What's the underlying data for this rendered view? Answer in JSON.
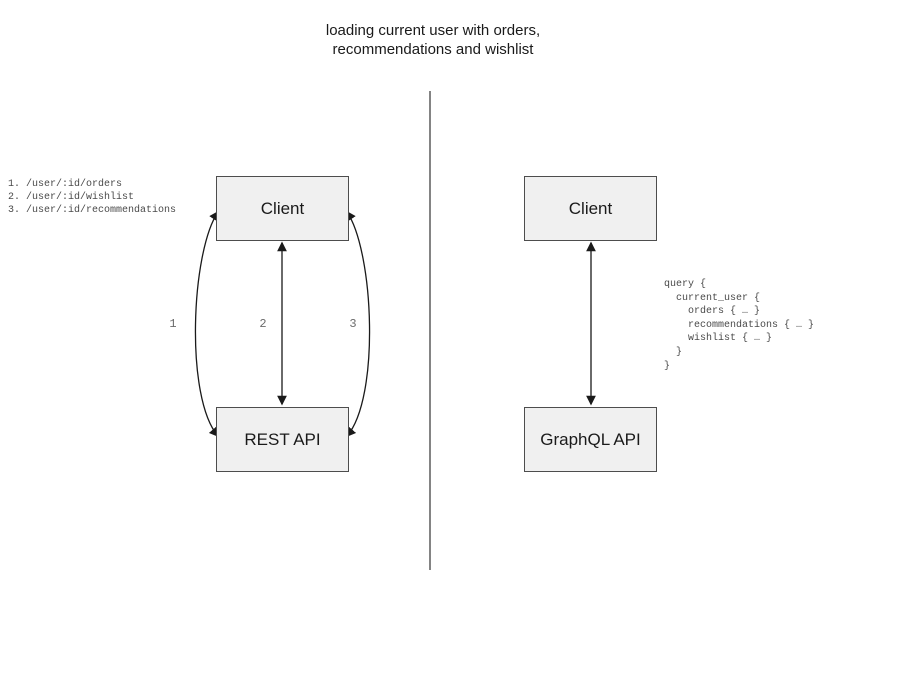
{
  "title": "loading current user with orders,\nrecommendations and wishlist",
  "left_diagram": {
    "client_label": "Client",
    "api_label": "REST API",
    "endpoints": "1. /user/:id/orders\n2. /user/:id/wishlist\n3. /user/:id/recommendations",
    "arrow_labels": {
      "first": "1",
      "second": "2",
      "third": "3"
    }
  },
  "right_diagram": {
    "client_label": "Client",
    "api_label": "GraphQL API",
    "query": "query {\n  current_user {\n    orders { … }\n    recommendations { … }\n    wishlist { … }\n  }\n}"
  },
  "colors": {
    "node_fill": "#f0f0f0",
    "node_border": "#4d4d4d",
    "arrow": "#1a1a1a",
    "divider": "#848484",
    "code_text": "#4a4a4a",
    "arrow_label_text": "#6b6b6b"
  }
}
